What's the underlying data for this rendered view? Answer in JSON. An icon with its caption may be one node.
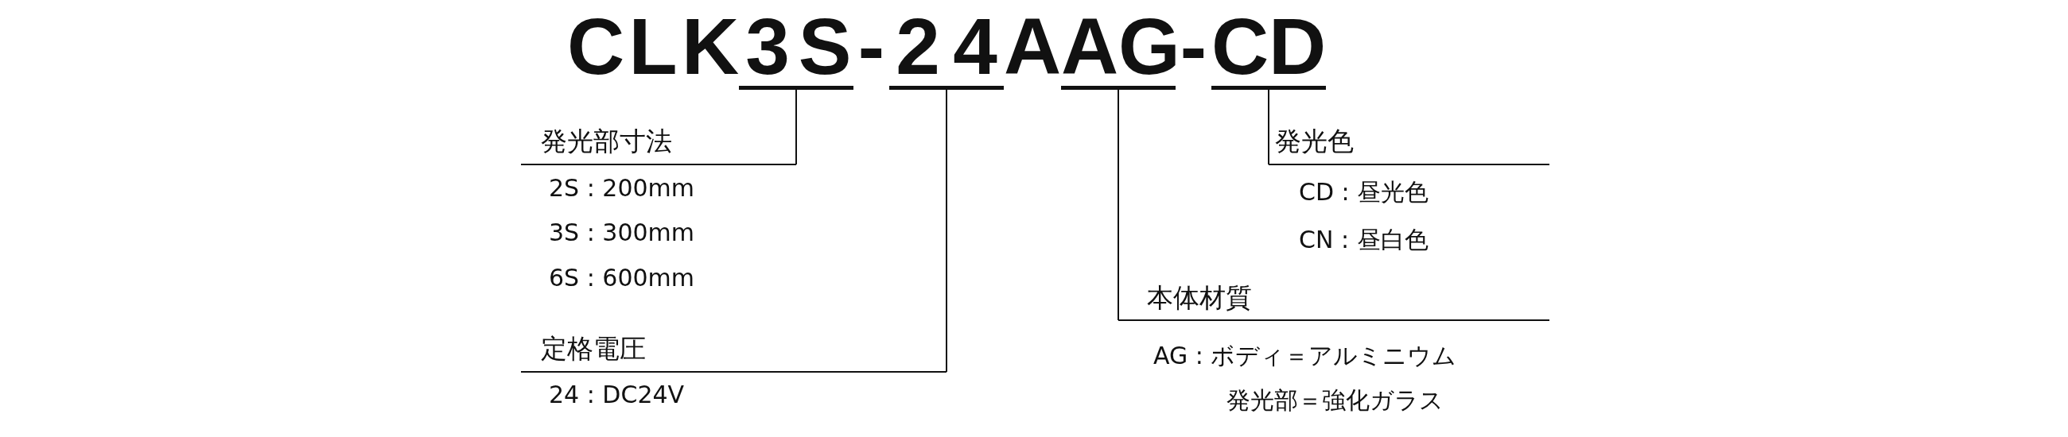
{
  "diagram": {
    "nodes": [
      {
        "text": [
          "3S"
        ]
      },
      {
        "text": [
          "24"
        ]
      },
      {
        "text": [
          "AG"
        ]
      },
      {
        "text": [
          "CD"
        ]
      },
      {
        "text": [
          "発光部寸法"
        ],
        "beside": [
          "2S : 200mm",
          "3S : 300mm",
          "6S : 600mm"
        ]
      },
      {
        "text": [
          "発光色"
        ],
        "beside": [
          "CD : 昼光色",
          "CN : 昼白色"
        ]
      },
      {
        "text": [
          "本体材質"
        ],
        "beside": [
          "AG : ボディ＝アルミニウム",
          "発光部＝強化ガラス"
        ]
      },
      {
        "text": [
          "定格電圧"
        ],
        "beside": [
          "24 : DC24V"
        ]
      }
    ],
    "edges": [
      {
        "from": 0,
        "to": 4,
        "arrow": "none"
      },
      {
        "from": 1,
        "to": 7,
        "arrow": "none"
      },
      {
        "from": 2,
        "to": 6,
        "arrow": "none"
      },
      {
        "from": 3,
        "to": 5,
        "arrow": "none"
      }
    ],
    "labels": [
      "CLK",
      "-",
      "A",
      "-"
    ]
  }
}
